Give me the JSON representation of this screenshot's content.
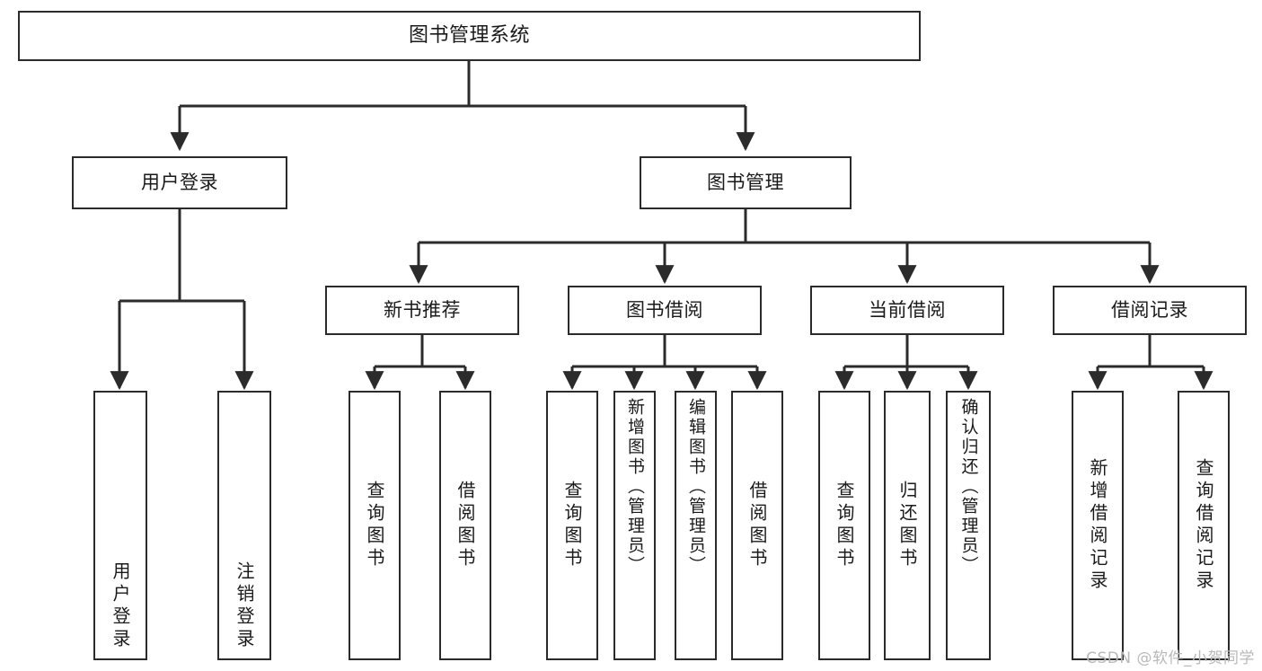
{
  "diagram": {
    "title": "图书管理系统",
    "type": "tree-hierarchy",
    "watermark": "CSDN @软件_小贺同学",
    "line_color": "#2b2b2b",
    "box_fill": "#ffffff",
    "text_color": "#1a1a1a"
  },
  "nodes": {
    "root": {
      "label": "图书管理系统"
    },
    "level2": [
      {
        "label": "用户登录"
      },
      {
        "label": "图书管理"
      }
    ],
    "level3": [
      {
        "label": "新书推荐"
      },
      {
        "label": "图书借阅"
      },
      {
        "label": "当前借阅"
      },
      {
        "label": "借阅记录"
      }
    ],
    "leaves": {
      "user_login": [
        {
          "label": "用户登录"
        },
        {
          "label": "注销登录"
        }
      ],
      "new_book_recommend": [
        {
          "label": "查询图书"
        },
        {
          "label": "借阅图书"
        }
      ],
      "book_borrow": [
        {
          "label": "查询图书"
        },
        {
          "label": "新增图书（管理员）"
        },
        {
          "label": "编辑图书（管理员）"
        },
        {
          "label": "借阅图书"
        }
      ],
      "current_borrow": [
        {
          "label": "查询图书"
        },
        {
          "label": "归还图书"
        },
        {
          "label": "确认归还（管理员）"
        }
      ],
      "borrow_record": [
        {
          "label": "新增借阅记录"
        },
        {
          "label": "查询借阅记录"
        }
      ]
    }
  }
}
